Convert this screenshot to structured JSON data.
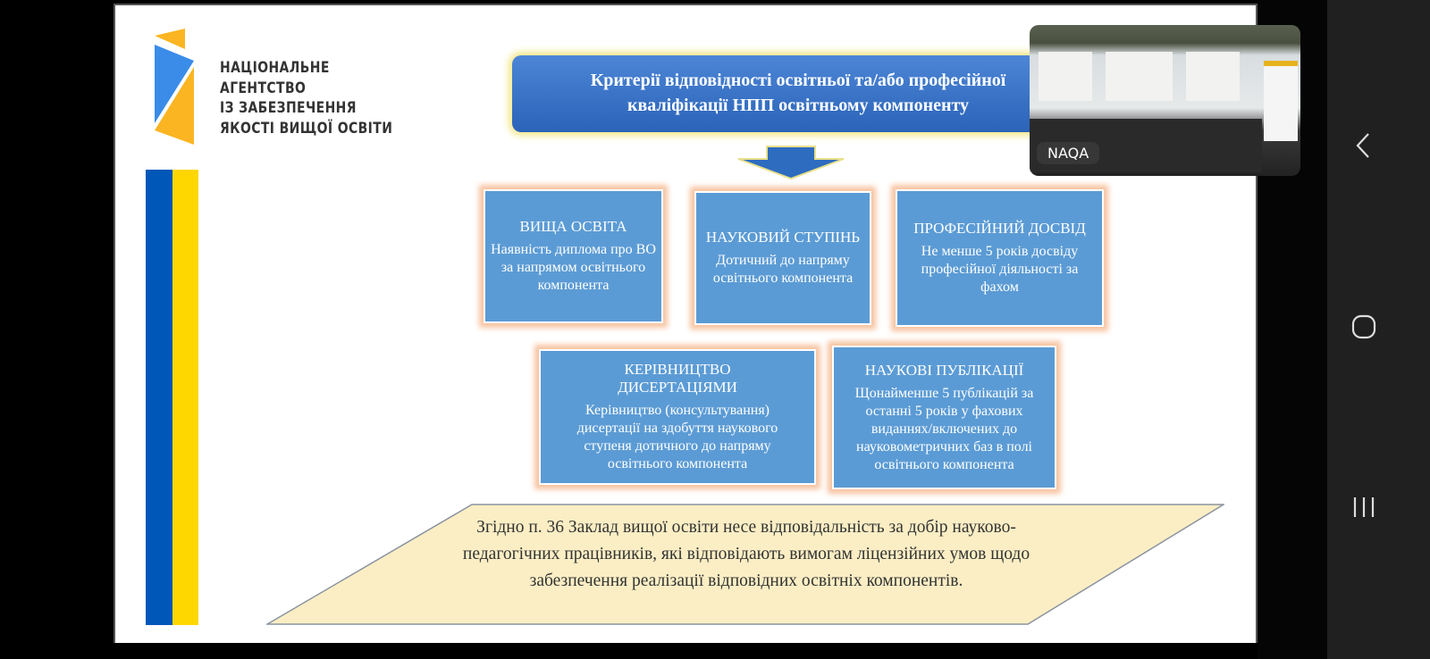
{
  "logo": {
    "lines": [
      "НАЦІОНАЛЬНЕ",
      "АГЕНТСТВО",
      "ІЗ ЗАБЕЗПЕЧЕННЯ",
      "ЯКОСТІ ВИЩОЇ ОСВІТИ"
    ]
  },
  "title": {
    "line1": "Критерії відповідності  освітньої та/або професійної",
    "line2": "кваліфікації НПП освітньому компоненту"
  },
  "criteria": [
    {
      "heading": "ВИЩА ОСВІТА",
      "text": "Наявність диплома про ВО за напрямом освітнього компонента"
    },
    {
      "heading": "НАУКОВИЙ СТУПІНЬ",
      "text": "Дотичний до напряму освітнього компонента"
    },
    {
      "heading": "ПРОФЕСІЙНИЙ ДОСВІД",
      "text": "Не менше 5 років досвіду професійної діяльності за фахом"
    },
    {
      "heading": "КЕРІВНИЦТВО ДИСЕРТАЦІЯМИ",
      "text": "Керівництво (консультування) дисертації на здобуття наукового ступеня дотичного до напряму освітнього компонента"
    },
    {
      "heading": "НАУКОВІ ПУБЛІКАЦІЇ",
      "text": "Щонайменше 5 публікацій за останні 5 років у фахових виданнях/включених до науковометричних баз в полі освітнього компонента"
    }
  ],
  "note": "Згідно п. 36  Заклад вищої освіти несе відповідальність за добір науково-педагогічних працівників, які відповідають вимогам ліцензійних умов щодо забезпечення реалізації відповідних освітніх компонентів.",
  "video": {
    "label": "NAQA"
  },
  "nav": {
    "back": "back-icon",
    "home": "home-icon",
    "recents": "recents-icon"
  },
  "colors": {
    "box": "#5b9bd5",
    "glow": "#f7c3a0",
    "note_bg": "#fbeec4",
    "stripe_blue": "#0057b8",
    "stripe_yellow": "#ffd700"
  }
}
